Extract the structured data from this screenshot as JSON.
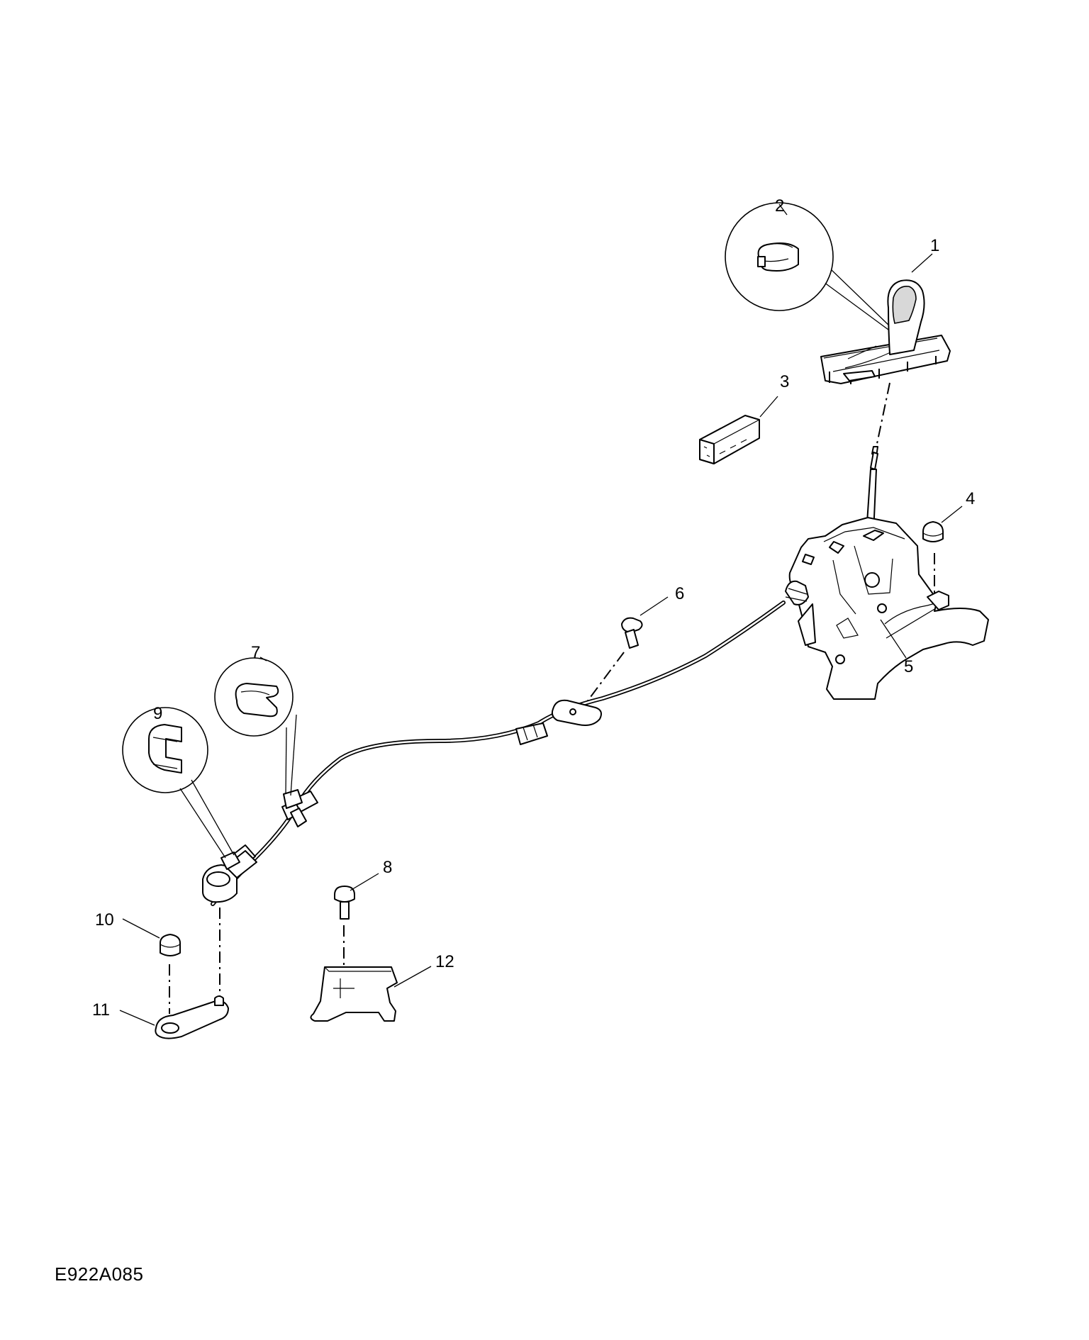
{
  "figure_reference": "E922A085",
  "callouts": {
    "c1": "1",
    "c2": "2",
    "c3": "3",
    "c4": "4",
    "c5": "5",
    "c6": "6",
    "c7": "7",
    "c8": "8",
    "c9": "9",
    "c10": "10",
    "c11": "11",
    "c12": "12"
  }
}
